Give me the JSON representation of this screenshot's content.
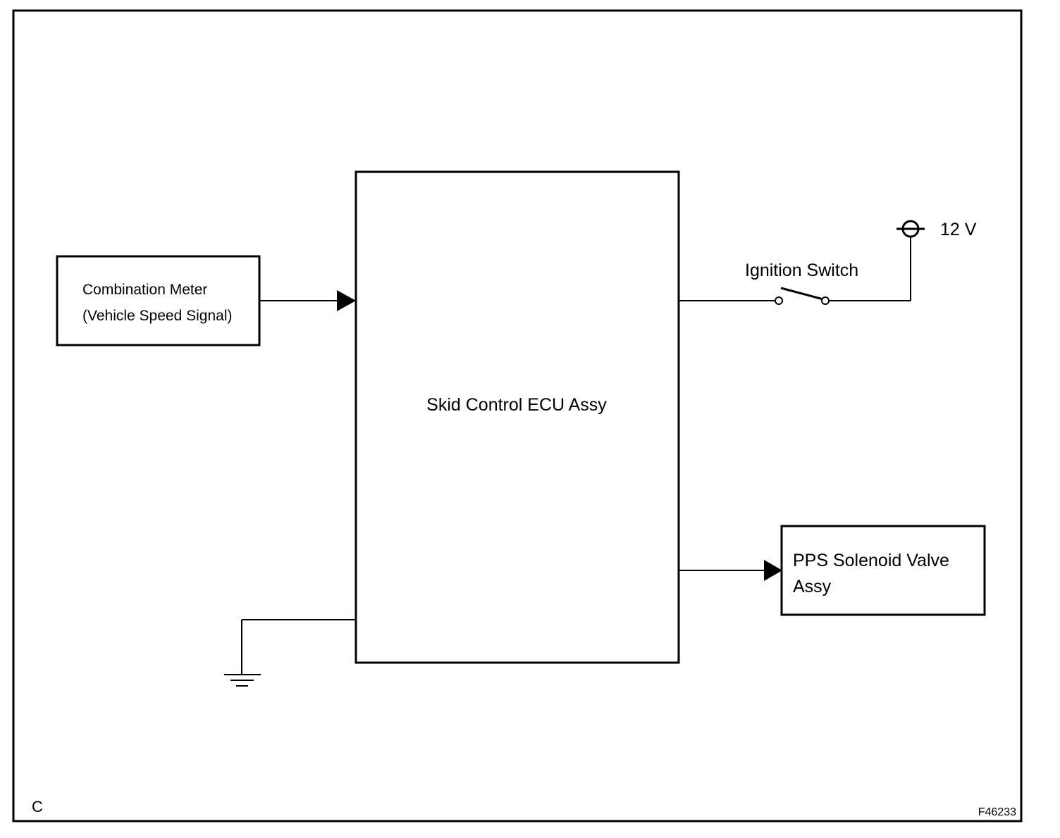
{
  "components": {
    "combination_meter": {
      "line1": "Combination Meter",
      "line2": "(Vehicle Speed Signal)"
    },
    "ecu": {
      "label": "Skid Control ECU Assy"
    },
    "ignition_switch": {
      "label": "Ignition Switch"
    },
    "power_source": {
      "label": "12 V"
    },
    "pps_valve": {
      "line1": "PPS Solenoid Valve",
      "line2": "Assy"
    }
  },
  "corner": {
    "letter": "C",
    "figure_id": "F46233"
  }
}
